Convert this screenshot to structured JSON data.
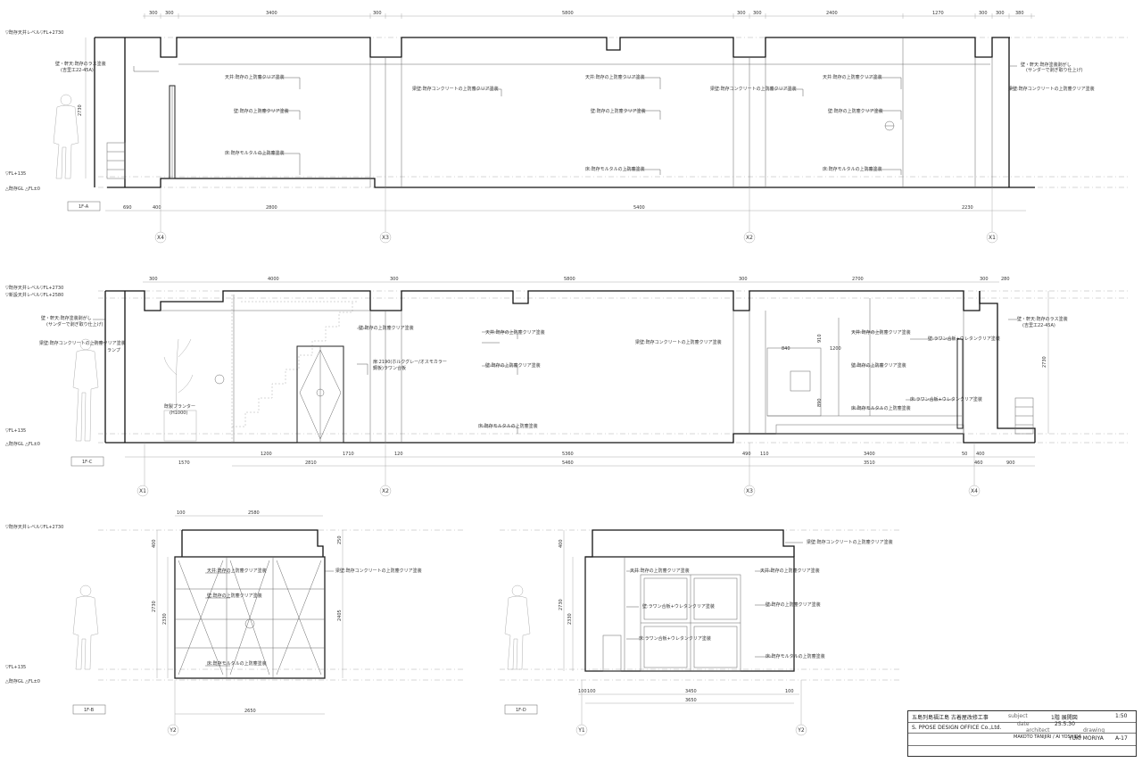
{
  "levels": {
    "ceiling": "▽既存天井レベル▽FL+2730",
    "new_ceiling": "▽新設天井レベル▽FL+2580",
    "fl": "▽FL+135",
    "gl": "△既存GL △FL±0"
  },
  "elevation_a": {
    "tag": "1F-A",
    "top_dims": [
      "300",
      "300",
      "3400",
      "300",
      "5800",
      "300",
      "300",
      "2400",
      "1270",
      "300",
      "300",
      "380"
    ],
    "bottom_dims": [
      "690",
      "400",
      "2800",
      "5400",
      "2230"
    ],
    "height_dim": "2730",
    "axes": [
      "X4",
      "X3",
      "X2",
      "X1"
    ],
    "notes": {
      "wall_left": "壁・軒天:既存のラス塗装",
      "wall_left_2": "(吉里工22-45A)",
      "ceiling_1": "天井:既存の上防塵クリア塗装",
      "wall_1": "壁:既存の上防塵クリア塗装",
      "floor_1": "床:既存モルタルの上防塵塗装",
      "beam_1": "梁壁:既存コンクリートの上防塵クリア塗装",
      "ceiling_2": "天井:既存の上防塵クリア塗装",
      "wall_2": "壁:既存の上防塵クリア塗装",
      "floor_2": "床:既存モルタルの上防塵塗装",
      "beam_2": "梁壁:既存コンクリートの上防塵クリア塗装",
      "ceiling_3": "天井:既存の上防塵クリア塗装",
      "wall_3": "壁:既存の上防塵クリア塗装",
      "floor_3": "床:既存モルタルの上防塵塗装",
      "wall_right": "壁・軒天:既存塗装剥がし",
      "wall_right_2": "(サンダーで剥ぎ取り仕上げ)",
      "beam_right": "梁壁:既存コンクリートの上防塵クリア塗装"
    }
  },
  "elevation_c": {
    "tag": "1F-C",
    "top_dims": [
      "300",
      "4000",
      "300",
      "5800",
      "300",
      "2700",
      "300",
      "280"
    ],
    "bottom_dims": [
      "1570",
      "1200",
      "2810",
      "1710",
      "120",
      "5360",
      "5460",
      "490",
      "110",
      "3400",
      "3510",
      "50",
      "400",
      "460",
      "900"
    ],
    "height_dim": "2730",
    "axes": [
      "X1",
      "X2",
      "X3",
      "X4"
    ],
    "notes": {
      "wall_left": "壁・軒天:既存塗装剥がし",
      "wall_left_2": "(サンダーで剥ぎ取り仕上げ)",
      "beam_left": "梁壁:既存コンクリートの上防塵クリア塗装",
      "planter": "既製プランター",
      "planter_2": "(H1000)",
      "lamp": "ランプ",
      "stair_wall": "壁:既存の上防塵クリア塗装",
      "door": "扉:2190(ホルクグレー/オスモカラー",
      "door_2": "鋼板)ラワン合板",
      "ceiling_1": "天井:既存の上防塵クリア塗装",
      "beam_1": "梁壁:既存コンクリートの上防塵クリア塗装",
      "wall_1": "壁:既存の上防塵クリア塗装",
      "floor_1": "床:既存モルタルの上防塵塗装",
      "ceiling_2": "天井:既存の上防塵クリア塗装",
      "wall_2": "壁:既存の上防塵クリア塗装",
      "floor_2": "床:既存モルタルの上防塵塗装",
      "counter": "壁:ラワン合板+ウレタンクリア塗装",
      "counter_2": "床:ラワン合板+ウレタンクリア塗装",
      "wall_right": "壁・軒天:既存のラス塗装",
      "wall_right_2": "(吉里工22-45A)",
      "dims_inner": [
        "840",
        "1200",
        "910",
        "890"
      ]
    }
  },
  "elevation_b": {
    "tag": "1F-B",
    "top_dim": "2580",
    "top_small": "100",
    "left_dims": [
      "400",
      "2730",
      "2330"
    ],
    "right_dims": [
      "250",
      "2405"
    ],
    "bottom_dim": "2650",
    "axis": "Y2",
    "notes": {
      "ceiling": "天井:既存の上防塵クリア塗装",
      "wall": "壁:既存の上防塵クリア塗装",
      "floor": "床:既存モルタルの上防塵塗装",
      "beam": "梁壁:既存コンクリートの上防塵クリア塗装"
    }
  },
  "elevation_d": {
    "tag": "1F-D",
    "left_dims": [
      "400",
      "2730",
      "2330"
    ],
    "bottom_dims": [
      "100",
      "100",
      "3450",
      "3650",
      "100"
    ],
    "axes": [
      "Y1",
      "Y2"
    ],
    "notes": {
      "beam": "梁壁:既存コンクリートの上防塵クリア塗装",
      "ceiling_l": "天井:既存の上防塵クリア塗装",
      "ceiling_r": "天井:既存の上防塵クリア塗装",
      "wall_ply": "壁:ラワン合板+ウレタンクリア塗装",
      "floor_ply": "床:ラワン合板+ウレタンクリア塗装",
      "wall_r": "壁:既存の上防塵クリア塗装",
      "floor_r": "床:既存モルタルの上防塵塗装"
    }
  },
  "title_block": {
    "project": "五島列島福江島 古着屋改修工事",
    "subject_label": "subject",
    "subject": "1階 展開図",
    "scale": "1:50",
    "date_label": "date",
    "date": "25.5.30",
    "office": "S. PPOSE DESIGN OFFICE Co.,Ltd.",
    "architect_label": "architect",
    "drawing_label": "drawing",
    "architects": "MAKOTO TANIJIRI / AI YOSHIDA",
    "drafter": "YUKI MORIYA",
    "sheet_no": "A-17"
  },
  "colors": {
    "ink": "#222222",
    "grid": "#999999",
    "paper": "#ffffff"
  }
}
